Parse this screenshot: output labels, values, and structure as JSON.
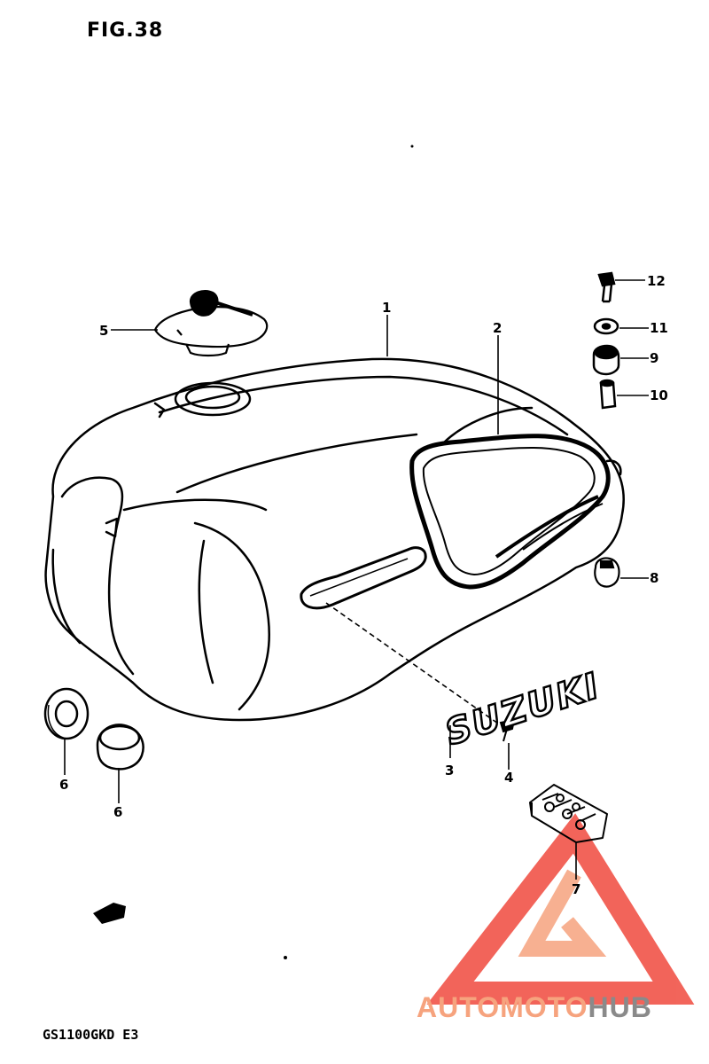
{
  "figure": {
    "title": "FIG.38",
    "model": "GS1100GKD E3",
    "emblem_text": "SUZUKI",
    "callouts": [
      "1",
      "2",
      "3",
      "4",
      "5",
      "6",
      "6",
      "7",
      "8",
      "9",
      "10",
      "11",
      "12"
    ]
  },
  "watermark": {
    "part1": "AUTO",
    "part2": "MOTO",
    "part3": "HUB",
    "colors": {
      "primary": "#f04a3e",
      "light": "#f6a37e",
      "gray": "#8a8a8a"
    }
  },
  "colors": {
    "ink": "#000000",
    "paper": "#ffffff"
  }
}
